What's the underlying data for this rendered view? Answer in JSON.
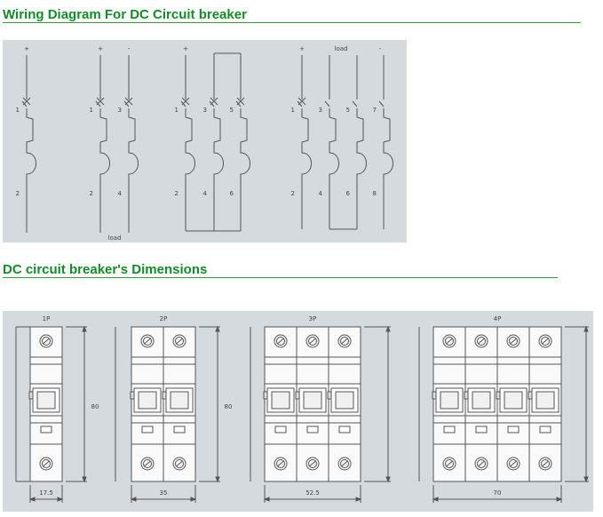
{
  "sections": {
    "wiring_title": "Wiring Diagram For DC Circuit breaker",
    "dimensions_title": "DC circuit breaker's Dimensions"
  },
  "wiring": {
    "d1": {
      "top": [
        "+"
      ],
      "upper": [
        "1"
      ],
      "lower": [
        "2"
      ]
    },
    "d2": {
      "top": [
        "+",
        "-"
      ],
      "upper": [
        "1",
        "3"
      ],
      "lower": [
        "2",
        "4"
      ],
      "load": "load"
    },
    "d3": {
      "top": [
        "+"
      ],
      "upper": [
        "1",
        "3",
        "5"
      ],
      "lower": [
        "2",
        "4",
        "6"
      ]
    },
    "d4": {
      "top": [
        "+",
        "-"
      ],
      "upper": [
        "1",
        "3",
        "5",
        "7"
      ],
      "lower": [
        "2",
        "4",
        "6",
        "8"
      ],
      "load": "load"
    }
  },
  "dimensions": {
    "breakers": [
      {
        "label": "1P",
        "width": "17.5",
        "height": "80"
      },
      {
        "label": "2P",
        "width": "35",
        "height": "80"
      },
      {
        "label": "3P",
        "width": "52.5"
      },
      {
        "label": "4P",
        "width": "70"
      }
    ]
  }
}
